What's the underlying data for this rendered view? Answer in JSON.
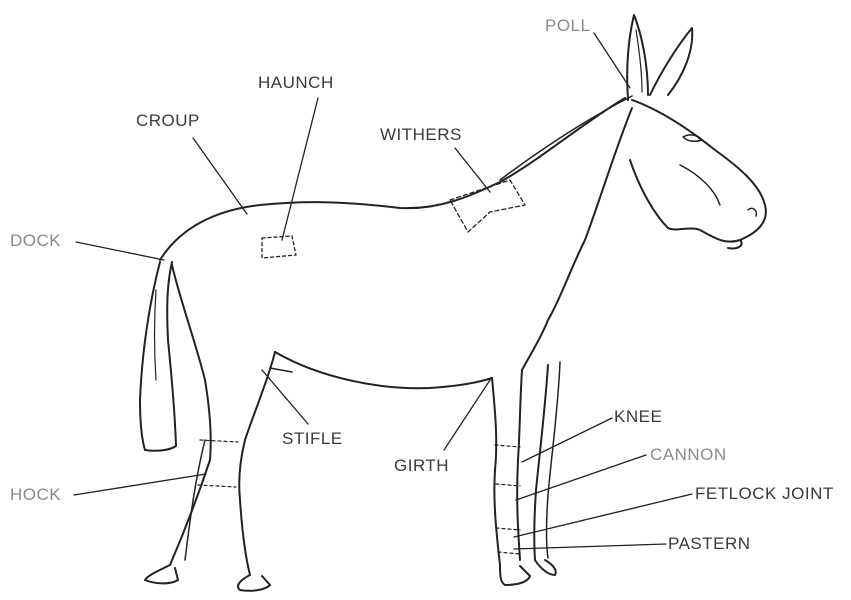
{
  "labels": {
    "poll": "POLL",
    "haunch": "HAUNCH",
    "croup": "CROUP",
    "withers": "WITHERS",
    "dock": "DOCK",
    "stifle": "STIFLE",
    "girth": "GIRTH",
    "knee": "KNEE",
    "cannon": "CANNON",
    "fetlock_joint": "FETLOCK JOINT",
    "pastern": "PASTERN",
    "hock": "HOCK"
  },
  "colors": {
    "line": "#222222",
    "label_dark": "#3a3a3a",
    "label_light": "#8a8a8a"
  }
}
